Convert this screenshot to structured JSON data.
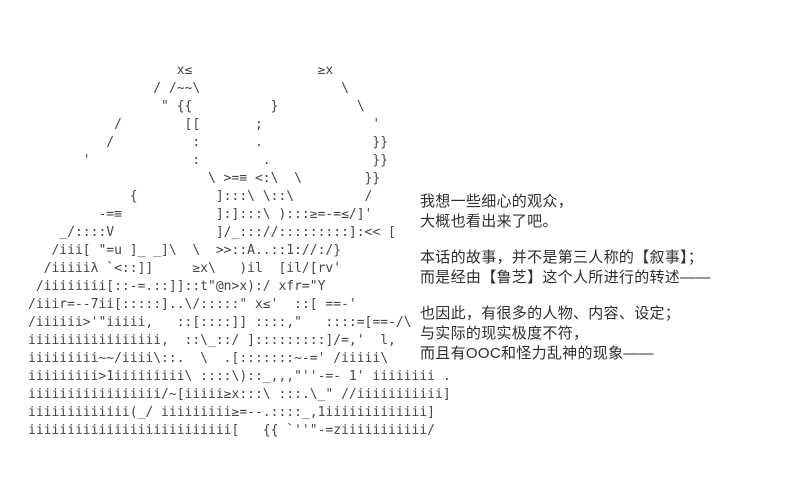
{
  "page": {
    "background": "#ffffff"
  },
  "ascii_art": {
    "description": "two-character ascii-art scene",
    "color": "#474747",
    "lines": [
      "                   x≤                ≥x",
      "                / /~~\\                  \\",
      "                 \" {{          }          \\",
      "           /        [[       ;              '",
      "          /          :       .              }}",
      "       '             :        .             }}",
      "                       \\ >=≡ <:\\  \\        }}",
      "             {          ]:::\\ \\::\\         /",
      "         -=≡            ]:]:::\\ ):::≥=-=≤/]'",
      "    _/::::V             ]/_::://:::::::::]:<< [",
      "   /iii[ \"=u ]_ _]\\  \\  >>::A..::1://:/}",
      "  /iiiiiλ `<::]]     ≥x\\   )il  [il/[rv'",
      " /iiiiiiii[::-=.::]]::t\"@n>x):/ xfr=\"Y",
      "/iiir=--7ii[:::::]..\\/:::::\" x≤'  ::[ ==-'",
      "/iiiiii>'\"iiiii,   ::[::::]] ::::,\"   ::::=[==-/\\",
      "iiiiiiiiiiiiiiiii,  ::\\_::/ ]:::::::::]/=,'  l,",
      "iiiiiiiii~~/iiii\\::.  \\  .[:::::::~-=' /iiiii\\",
      "iiiiiiiii>1iiiiiiiii\\ ::::\\)::_,,,\"''-=- 1' iiiiiiii .",
      "iiiiiiiiiiiiiiiii/~[iiiii≥x:::\\ :::.\\_\" //iiiiiiiiiii]",
      "iiiiiiiiiiiii(_/ iiiiiiiii≥=--.::::_,1iiiiiiiiiiiii]",
      "iiiiiiiiiiiiiiiiiiiiiiiiii[   {{ `''\"-=ziiiiiiiiiii/"
    ]
  },
  "dialogue": {
    "color": "#2e2e2e",
    "paragraphs": [
      {
        "lines": [
          "我想一些细心的观众，",
          "大概也看出来了吧。"
        ]
      },
      {
        "lines": [
          "本话的故事，并不是第三人称的【叙事】；",
          "而是经由【鲁芝】这个人所进行的转述——"
        ]
      },
      {
        "lines": [
          "也因此，有很多的人物、内容、设定；",
          "与实际的现实极度不符，",
          "而且有OOC和怪力乱神的现象——"
        ]
      }
    ]
  }
}
